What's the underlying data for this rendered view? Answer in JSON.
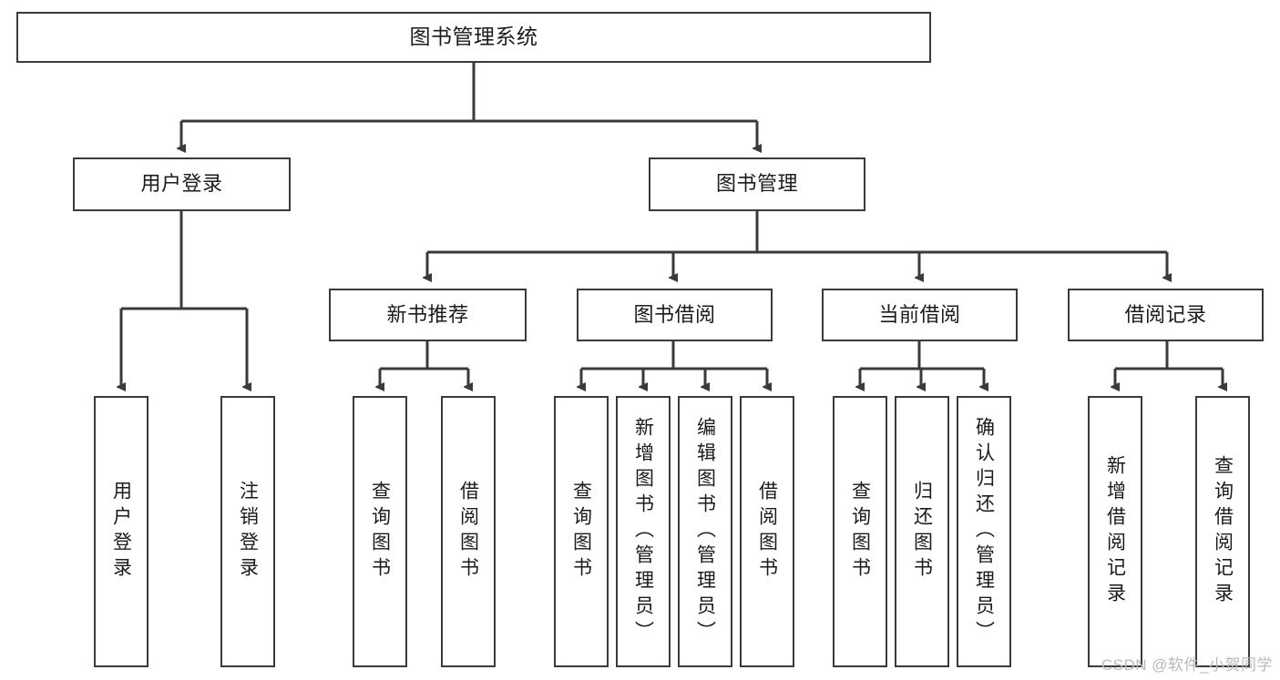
{
  "diagram": {
    "type": "tree-hierarchy-diagram",
    "title": "图书管理系统",
    "accent_color": "#3a3a3a",
    "background_color": "#ffffff",
    "watermark": "CSDN @软件_小贺同学",
    "levels": 4,
    "root": {
      "label": "图书管理系统",
      "children": [
        {
          "label": "用户登录",
          "children": [
            {
              "label": "用户登录"
            },
            {
              "label": "注销登录"
            }
          ]
        },
        {
          "label": "图书管理",
          "children": [
            {
              "label": "新书推荐",
              "children": [
                {
                  "label": "查询图书"
                },
                {
                  "label": "借阅图书"
                }
              ]
            },
            {
              "label": "图书借阅",
              "children": [
                {
                  "label": "查询图书"
                },
                {
                  "label": "新增图书（管理员）"
                },
                {
                  "label": "编辑图书（管理员）"
                },
                {
                  "label": "借阅图书"
                }
              ]
            },
            {
              "label": "当前借阅",
              "children": [
                {
                  "label": "查询图书"
                },
                {
                  "label": "归还图书"
                },
                {
                  "label": "确认归还（管理员）"
                }
              ]
            },
            {
              "label": "借阅记录",
              "children": [
                {
                  "label": "新增借阅记录"
                },
                {
                  "label": "查询借阅记录"
                }
              ]
            }
          ]
        }
      ]
    },
    "nodes": {
      "root": "图书管理系统",
      "l1": [
        "用户登录",
        "图书管理"
      ],
      "l2": [
        "新书推荐",
        "图书借阅",
        "当前借阅",
        "借阅记录"
      ],
      "leaves": [
        "用户登录",
        "注销登录",
        "查询图书",
        "借阅图书",
        "查询图书",
        "新增图书（管理员）",
        "编辑图书（管理员）",
        "借阅图书",
        "查询图书",
        "归还图书",
        "确认归还（管理员）",
        "新增借阅记录",
        "查询借阅记录"
      ]
    }
  }
}
